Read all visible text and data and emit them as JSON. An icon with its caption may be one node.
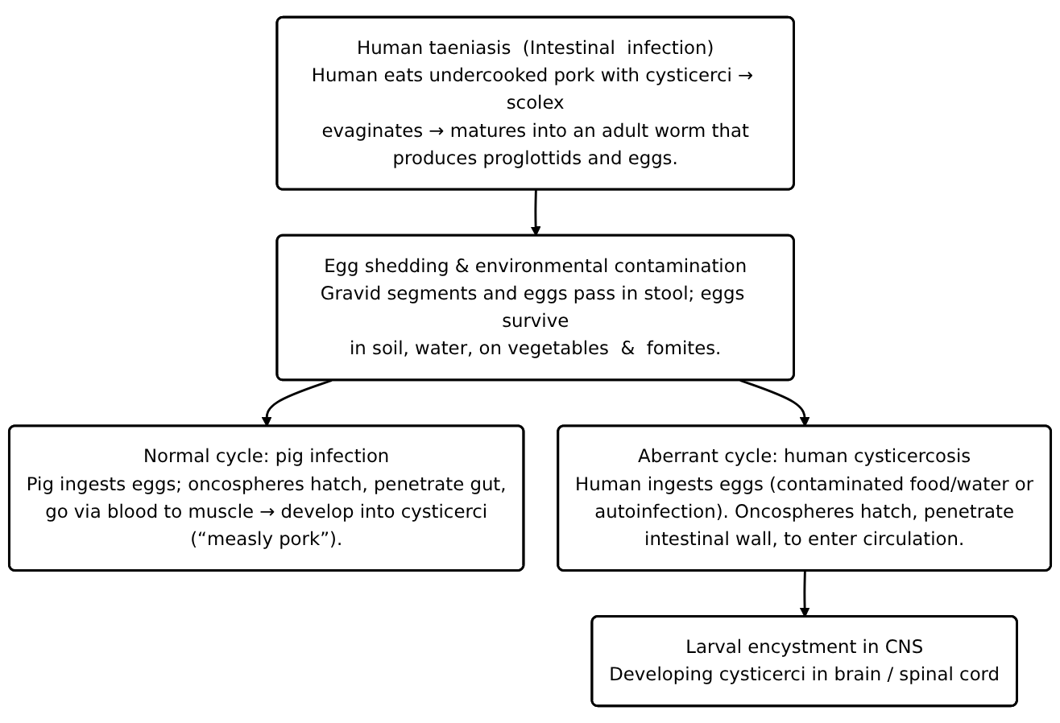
{
  "diagram": {
    "nodes": [
      {
        "text": [
          "Human taeniasis  (Intestinal  infection)",
          "Human eats undercooked pork with cysticerci → scolex evaginates → matures into an adult worm that produces proglottids and eggs."
        ]
      },
      {
        "text": [
          "Egg shedding & environmental contamination",
          "Gravid segments and eggs pass in stool; eggs survive in soil, water, on vegetables  &  fomites."
        ]
      },
      {
        "text": [
          "Normal cycle: pig infection",
          "Pig ingests eggs; oncospheres hatch, penetrate gut, go via blood to muscle → develop into cysticerci (“measly pork”)."
        ]
      },
      {
        "text": [
          "Aberrant cycle: human cysticercosis",
          "Human ingests eggs (contaminated food/water or autoinfection). Oncospheres hatch, penetrate intestinal wall, to enter circulation."
        ]
      },
      {
        "text": [
          "Larval encystment in CNS",
          "Developing cysticerci in brain / spinal cord"
        ]
      }
    ],
    "edges": [
      {
        "from": 0,
        "to": 1,
        "arrow": "to"
      },
      {
        "from": 1,
        "to": 2,
        "arrow": "to"
      },
      {
        "from": 1,
        "to": 3,
        "arrow": "to"
      },
      {
        "from": 3,
        "to": 4,
        "arrow": "to"
      }
    ]
  }
}
